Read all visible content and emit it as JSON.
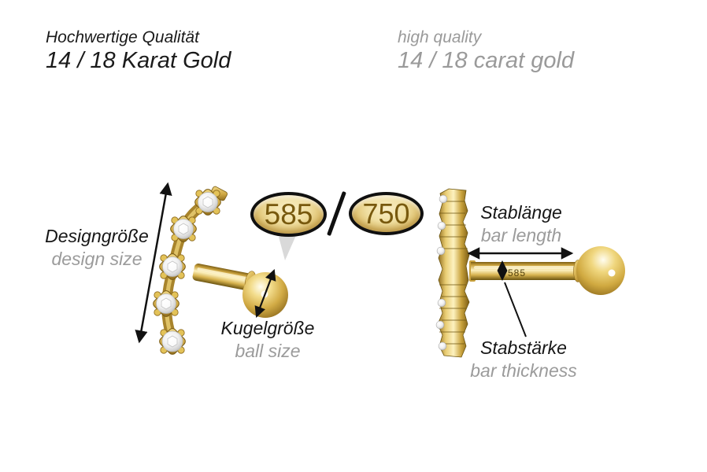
{
  "header": {
    "german": {
      "line1": "Hochwertige Qualität",
      "line2": "14 / 18 Karat Gold"
    },
    "english": {
      "line1": "high quality",
      "line2": "14 / 18 carat gold"
    }
  },
  "badges": {
    "left_value": "585",
    "separator": "/",
    "right_value": "750"
  },
  "annotations": {
    "design_size": {
      "de": "Designgröße",
      "en": "design size"
    },
    "ball_size": {
      "de": "Kugelgröße",
      "en": "ball size"
    },
    "bar_length": {
      "de": "Stablänge",
      "en": "bar length"
    },
    "bar_thickness": {
      "de": "Stabstärke",
      "en": "bar thickness"
    }
  },
  "figures": {
    "barbell_stamp": "585"
  },
  "colors": {
    "text_primary": "#1a1a1a",
    "text_secondary": "#9a9a9a",
    "annotation_black": "#111111",
    "gold_light": "#fdf2c0",
    "gold_mid": "#d2ab45",
    "gold_dark": "#8a671a",
    "badge_text": "#78590e",
    "pointer_gray": "#d9d9d9"
  }
}
